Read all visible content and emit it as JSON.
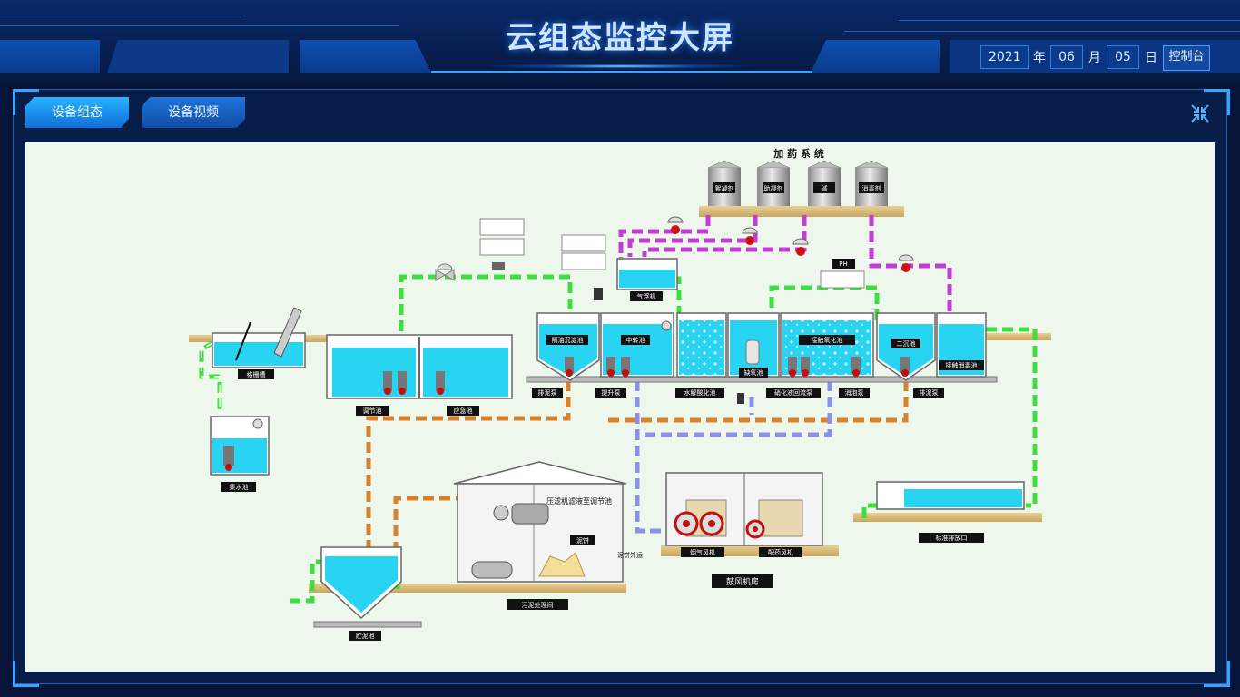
{
  "header": {
    "title": "云组态监控大屏",
    "date": {
      "year": "2021",
      "year_unit": "年",
      "month": "06",
      "month_unit": "月",
      "day": "05",
      "day_unit": "日"
    },
    "console_label": "控制台"
  },
  "tabs": [
    {
      "label": "设备组态",
      "active": true
    },
    {
      "label": "设备视频",
      "active": false
    }
  ],
  "diagram": {
    "chem_title": "加 药 系 统",
    "tanks": [
      "絮凝剂",
      "助凝剂",
      "碱",
      "消毒剂"
    ],
    "labels": {
      "grille": "格栅槽",
      "collect": "集水池",
      "regulate": "调节池",
      "emergency": "应急池",
      "oil_sep": "隔油沉淀池",
      "neutral": "中转池",
      "flotation": "气浮机",
      "hydrolysis": "水解酸化池",
      "anoxic": "缺氧池",
      "contact_ox": "接触氧化池",
      "second_sed": "二沉池",
      "disinfect": "接触消毒池",
      "sludge_pump1": "排泥泵",
      "lift_pump": "提升泵",
      "nitrif_pump": "硝化液回流泵",
      "defoam_pump": "消泡泵",
      "sludge_pump2": "排泥泵",
      "ph": "PH",
      "filter_press": "压滤机滤液至调节池",
      "mud_cake": "泥饼",
      "mud_out": "泥饼外运",
      "sludge_room": "污泥处理间",
      "sludge_tank": "贮泥池",
      "exhaust_fan": "烟气风机",
      "aux_fan": "配药风机",
      "blower_room": "鼓风机房",
      "discharge": "标准排放口"
    }
  },
  "colors": {
    "accent": "#2f7fe0",
    "water": "#29d4f2",
    "pipe_green": "#3ce03c",
    "pipe_purple": "#c43cd8",
    "pipe_orange": "#d8822c",
    "pipe_blue": "#8a92e8",
    "canvas_bg": "#eef7ec"
  },
  "icons": [
    "collapse-icon",
    "valve-icon",
    "pump-icon",
    "blower-icon",
    "silo-icon"
  ]
}
